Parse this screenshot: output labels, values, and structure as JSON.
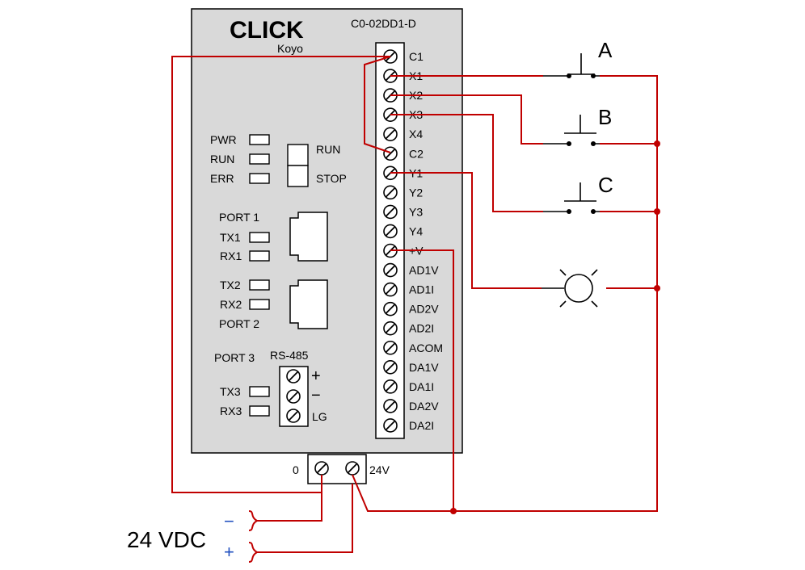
{
  "plc": {
    "brand": "CLICK",
    "maker": "Koyo",
    "model": "C0-02DD1-D",
    "leds": [
      "PWR",
      "RUN",
      "ERR"
    ],
    "mode_switch": {
      "run": "RUN",
      "stop": "STOP"
    },
    "port1": {
      "title": "PORT 1",
      "tx": "TX1",
      "rx": "RX1"
    },
    "port2": {
      "title": "PORT 2",
      "tx": "TX2",
      "rx": "RX2"
    },
    "port3": {
      "title": "PORT 3",
      "type": "RS-485",
      "tx": "TX3",
      "rx": "RX3",
      "plus": "+",
      "minus": "−",
      "lg": "LG"
    },
    "terminals": [
      "C1",
      "X1",
      "X2",
      "X3",
      "X4",
      "C2",
      "Y1",
      "Y2",
      "Y3",
      "Y4",
      "+V",
      "AD1V",
      "AD1I",
      "AD2V",
      "AD2I",
      "ACOM",
      "DA1V",
      "DA1I",
      "DA2V",
      "DA2I"
    ],
    "power_block": {
      "zero": "0",
      "v24": "24V"
    }
  },
  "switches": [
    "A",
    "B",
    "C"
  ],
  "supply": {
    "label": "24 VDC",
    "minus": "−",
    "plus": "+"
  },
  "colors": {
    "wire": "#c00000",
    "plc_body": "#d9d9d9",
    "outline": "#000000"
  },
  "icons": [
    "screw-terminal-icon",
    "pushbutton-switch-icon",
    "lamp-icon",
    "rj45-port-icon"
  ]
}
